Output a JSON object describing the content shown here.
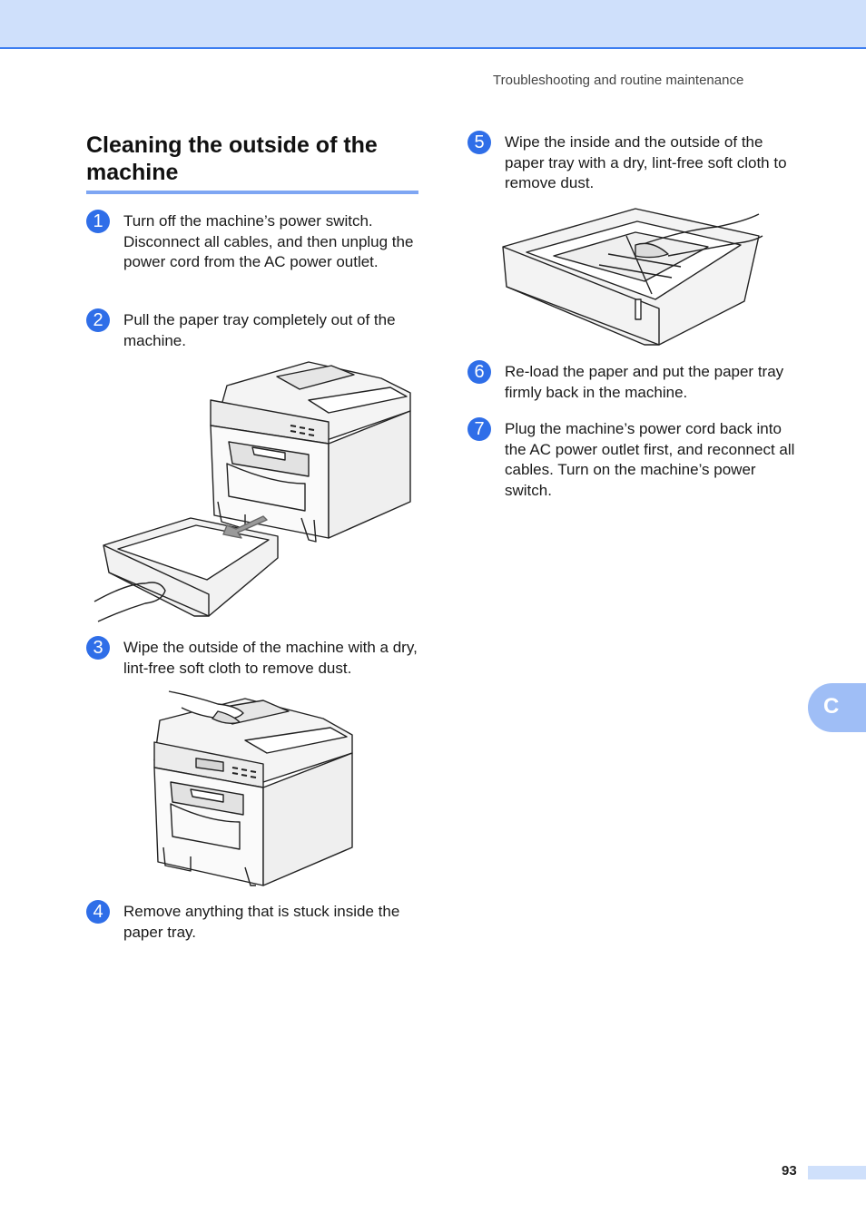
{
  "header": {
    "running_title": "Troubleshooting and routine maintenance"
  },
  "section": {
    "title": "Cleaning the outside of the machine"
  },
  "steps": [
    {
      "number": "1",
      "text": "Turn off the machine’s power switch. Disconnect all cables, and then unplug the power cord from the AC power outlet."
    },
    {
      "number": "2",
      "text": "Pull the paper tray completely out of the machine."
    },
    {
      "number": "3",
      "text": "Wipe the outside of the machine with a dry, lint-free soft cloth to remove dust."
    },
    {
      "number": "4",
      "text": "Remove anything that is stuck inside the paper tray."
    },
    {
      "number": "5",
      "text": "Wipe the inside and the outside of the paper tray with a dry, lint-free soft cloth to remove dust."
    },
    {
      "number": "6",
      "text": "Re-load the paper and put the paper tray firmly back in the machine."
    },
    {
      "number": "7",
      "text": "Plug the machine’s power cord back into the AC power outlet first, and reconnect all cables. Turn on the machine’s power switch."
    }
  ],
  "chapter_tab": {
    "label": "C"
  },
  "footer": {
    "page_number": "93"
  },
  "colors": {
    "accent": "#2f6ee8",
    "band": "#cfe0fb",
    "rule": "#7ea6f3"
  }
}
